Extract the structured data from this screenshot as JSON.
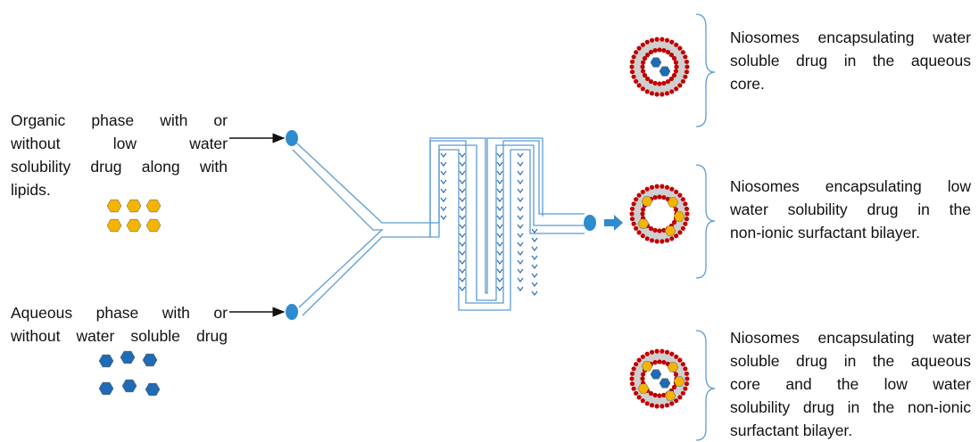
{
  "inputs": {
    "organic": {
      "lines": [
        "Organic phase with or",
        "without low water",
        "solubility drug along with",
        "lipids."
      ]
    },
    "aqueous": {
      "lines": [
        "Aqueous phase with or",
        "without water soluble drug"
      ]
    }
  },
  "outputs": [
    {
      "lines": [
        "Niosomes encapsulating water",
        "soluble drug in the aqueous",
        "core."
      ]
    },
    {
      "lines": [
        "Niosomes encapsulating low",
        "water solubility drug in the",
        "non-ionic surfactant bilayer."
      ]
    },
    {
      "lines": [
        "Niosomes encapsulating water",
        "soluble drug in the aqueous",
        "core and the low water",
        "solubility drug in the non-ionic",
        "surfactant bilayer."
      ]
    }
  ],
  "colors": {
    "channel": "#5b9bd5",
    "inlet": "#2e8bd0",
    "lipophilic_drug": "#f5b400",
    "hydrophilic_drug": "#1f6bb5",
    "lipid_head": "#c00000",
    "brace": "#5b9bd5",
    "arrow": "#111111",
    "flow_arrow": "#2e8bd0"
  },
  "icons": [
    "hexagon-drug-icon",
    "niosome-vesicle-icon",
    "flow-arrow-icon",
    "micromixer-chip-icon"
  ]
}
